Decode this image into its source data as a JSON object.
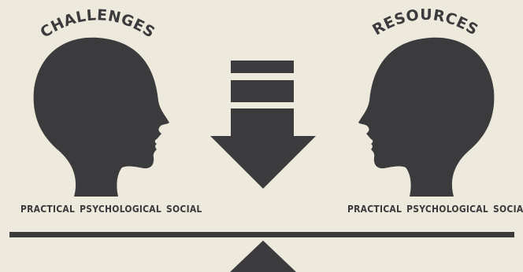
{
  "colors": {
    "background": "#edeadd",
    "ink": "#3b3b3d"
  },
  "left": {
    "title": "CHALLENGES",
    "categories": [
      "PRACTICAL",
      "PSYCHOLOGICAL",
      "SOCIAL"
    ],
    "icon": "head-profile-facing-right"
  },
  "right": {
    "title": "RESOURCES",
    "categories": [
      "PRACTICAL",
      "PSYCHOLOGICAL",
      "SOCIAL"
    ],
    "icon": "head-profile-facing-left"
  },
  "center": {
    "arrow_icon": "down-arrow-icon",
    "scale_icon": "balance-beam-with-fulcrum"
  }
}
